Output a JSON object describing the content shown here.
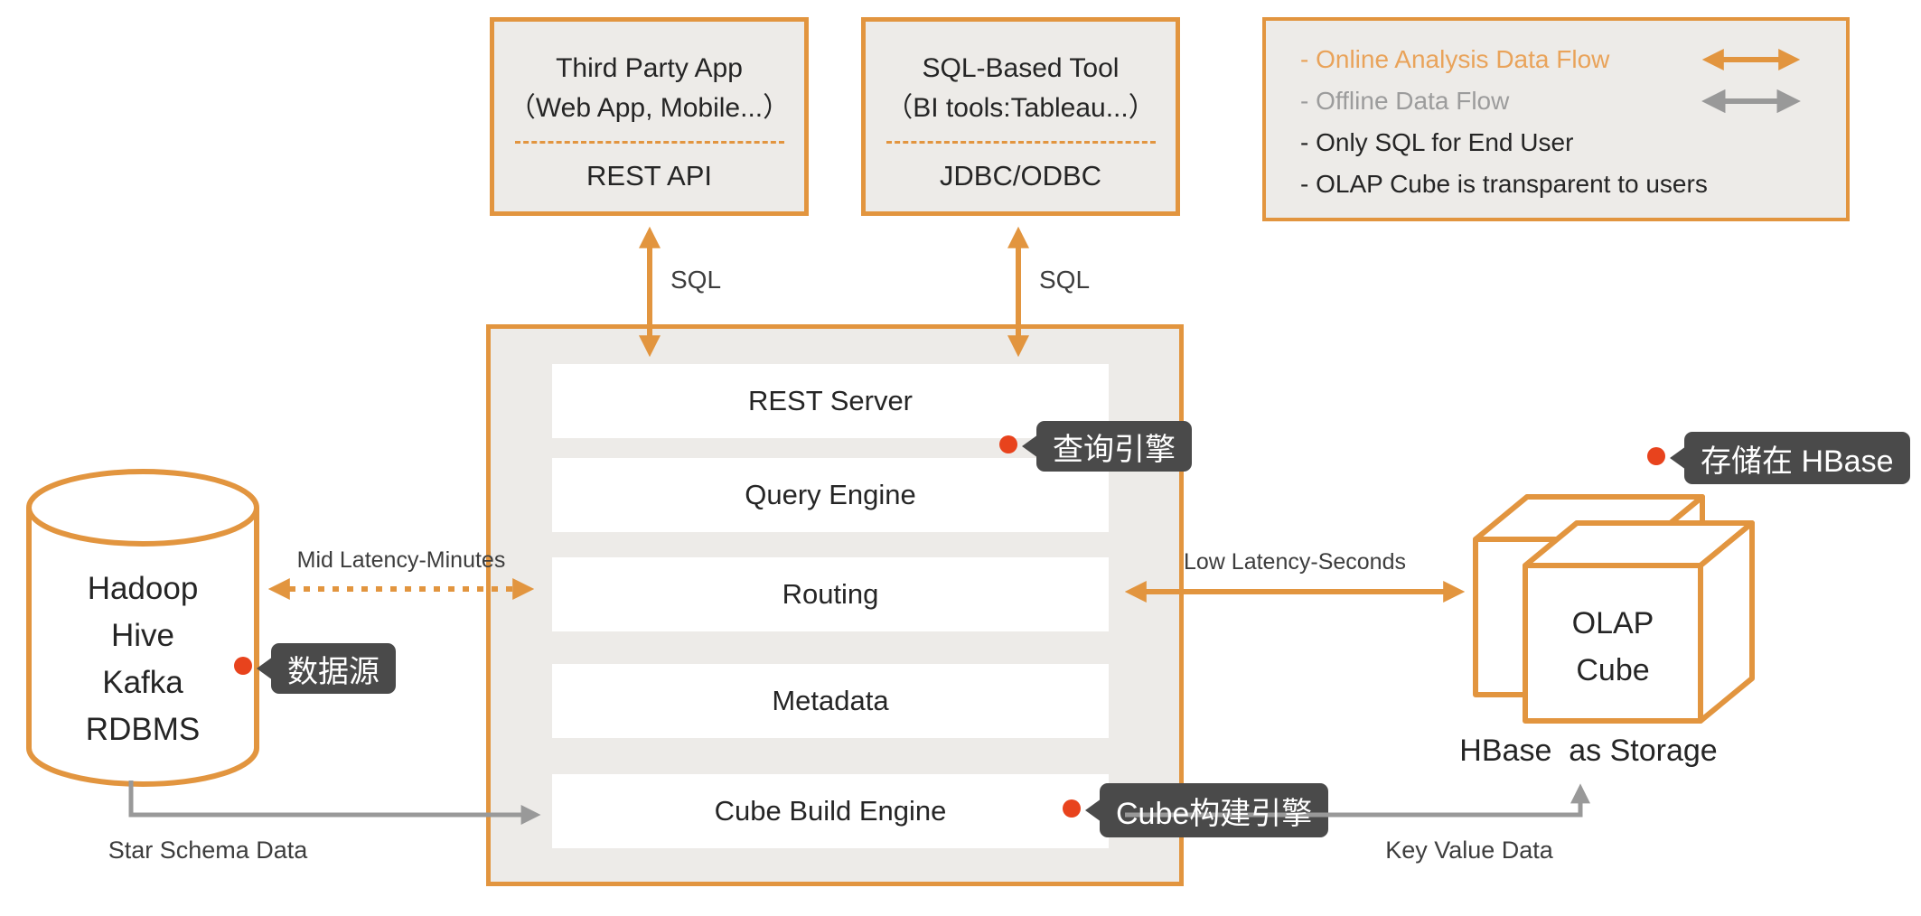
{
  "colors": {
    "accent_orange": "#e2953f",
    "legend_orange_text": "#e9a35a",
    "legend_gray_text": "#9c9c9c",
    "box_fill": "#edebe8",
    "flow_gray": "#999999",
    "callout_bg": "#4a4a4a",
    "marker_red": "#e8431d"
  },
  "top_boxes": [
    {
      "line1": "Third Party App",
      "line2": "（Web App, Mobile...）",
      "bottom": "REST API"
    },
    {
      "line1": "SQL-Based Tool",
      "line2": "（BI tools:Tableau...）",
      "bottom": "JDBC/ODBC"
    }
  ],
  "legend": {
    "items": [
      {
        "label": "- Online Analysis Data Flow"
      },
      {
        "label": "- Offline Data Flow"
      },
      {
        "label": "- Only SQL for End User"
      },
      {
        "label": "- OLAP Cube is transparent to users"
      }
    ]
  },
  "sql_arrows": {
    "left_label": "SQL",
    "right_label": "SQL"
  },
  "server_box": {
    "rows": [
      "REST Server",
      "Query Engine",
      "Routing",
      "Metadata",
      "Cube Build Engine"
    ]
  },
  "datasource": {
    "lines": [
      "Hadoop",
      "Hive",
      "Kafka",
      "RDBMS"
    ]
  },
  "storage": {
    "cube_line1": "OLAP",
    "cube_line2": "Cube",
    "caption": "HBase  as Storage"
  },
  "flows": {
    "mid_latency": "Mid Latency-Minutes",
    "low_latency": "Low Latency-Seconds",
    "star_schema": "Star Schema Data",
    "key_value": "Key Value Data"
  },
  "callouts": {
    "query_engine": "查询引擎",
    "data_source": "数据源",
    "cube_build": "Cube构建引擎",
    "hbase_storage": "存储在 HBase"
  }
}
